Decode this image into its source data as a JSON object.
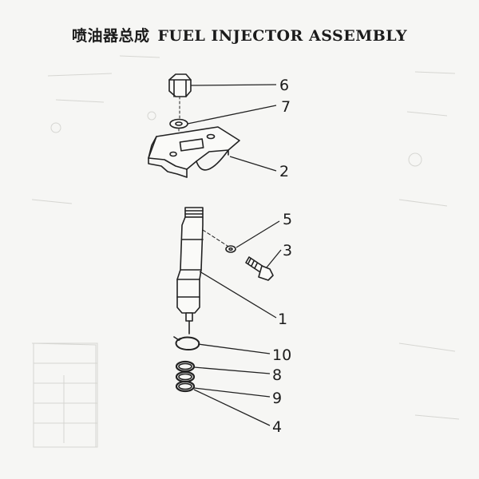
{
  "title": {
    "chinese": "喷油器总成",
    "english": "FUEL INJECTOR ASSEMBLY"
  },
  "callouts": [
    {
      "id": "6",
      "part": "nut"
    },
    {
      "id": "7",
      "part": "washer"
    },
    {
      "id": "2",
      "part": "clamp-plate"
    },
    {
      "id": "5",
      "part": "washer"
    },
    {
      "id": "3",
      "part": "bolt"
    },
    {
      "id": "1",
      "part": "injector-body"
    },
    {
      "id": "10",
      "part": "snap-ring"
    },
    {
      "id": "8",
      "part": "o-ring"
    },
    {
      "id": "9",
      "part": "o-ring"
    },
    {
      "id": "4",
      "part": "o-ring"
    }
  ]
}
